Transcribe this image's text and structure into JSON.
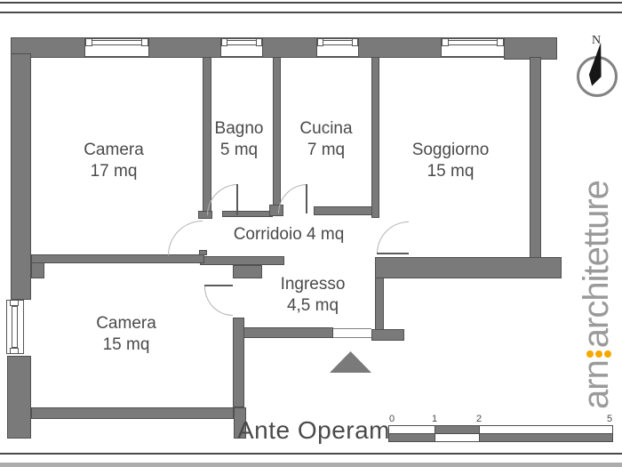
{
  "plan": {
    "title": "Ante Operam",
    "rooms": [
      {
        "name": "Camera",
        "area": "17 mq"
      },
      {
        "name": "Bagno",
        "area": "5 mq"
      },
      {
        "name": "Cucina",
        "area": "7 mq"
      },
      {
        "name": "Soggiorno",
        "area": "15 mq"
      },
      {
        "name": "Ingresso",
        "area": "4,5 mq"
      },
      {
        "name": "Camera",
        "area": "15 mq"
      }
    ],
    "corridor_label": "Corridoio 4 mq",
    "compass": {
      "north_label": "N"
    },
    "scale_bar": {
      "ticks": [
        "0",
        "1",
        "2",
        "5"
      ]
    },
    "logo": {
      "part1": "arn",
      "part2": "architetture"
    },
    "colors": {
      "wall": "#7a7a7a",
      "wall_outline": "#505050",
      "text": "#4a4a4a",
      "door_arc": "#b3b3b3",
      "logo_text": "#9a9a9a",
      "logo_dots": "#f5a800"
    }
  }
}
